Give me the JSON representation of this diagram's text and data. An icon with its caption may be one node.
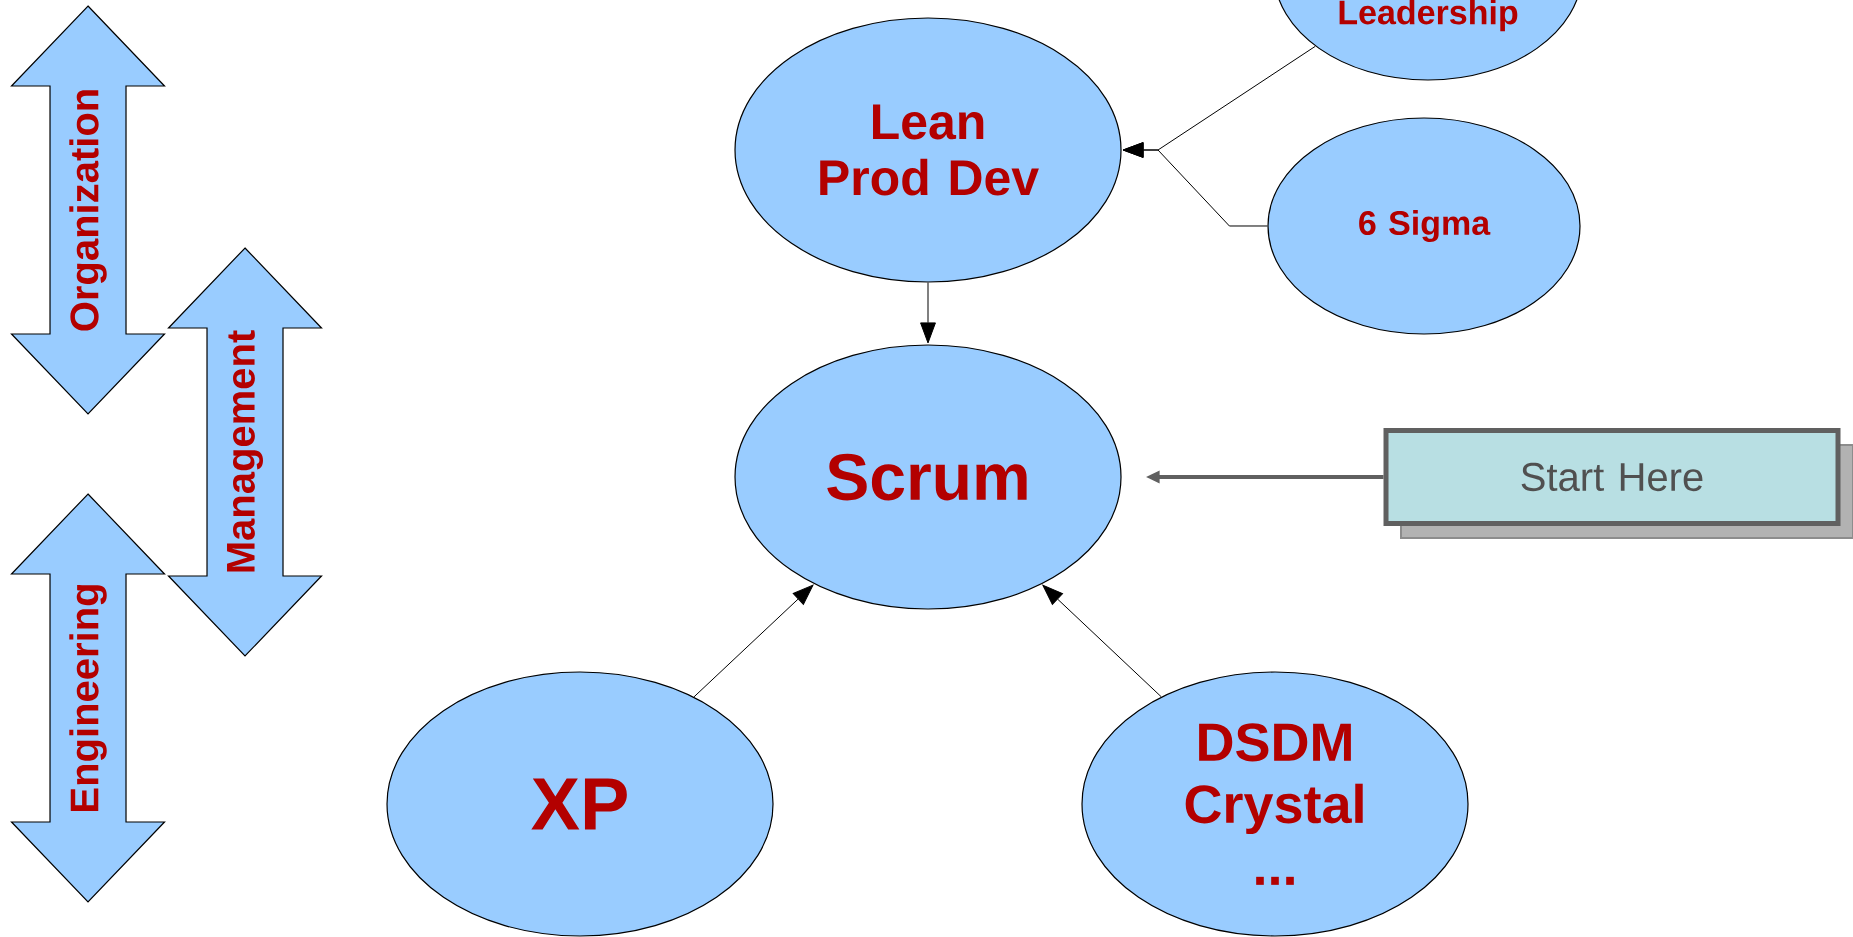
{
  "diagram": {
    "nodes": [
      {
        "text": [
          "Organization"
        ]
      },
      {
        "text": [
          "Management"
        ]
      },
      {
        "text": [
          "Engineering"
        ]
      },
      {
        "text": [
          "Leadership"
        ]
      },
      {
        "text": [
          "Lean Prod Dev"
        ]
      },
      {
        "text": [
          "6 Sigma"
        ]
      },
      {
        "text": [
          "Scrum"
        ]
      },
      {
        "text": [
          "Start Here"
        ]
      },
      {
        "text": [
          "XP"
        ]
      },
      {
        "text": [
          "DSDM Crystal ..."
        ]
      }
    ],
    "edges": [
      {
        "from": 3,
        "to": 4,
        "arrow": "to"
      },
      {
        "from": 5,
        "to": 4,
        "arrow": "to"
      },
      {
        "from": 4,
        "to": 6,
        "arrow": "to"
      },
      {
        "from": 7,
        "to": 6,
        "arrow": "to",
        "style": "thick",
        "color": "#606060"
      },
      {
        "from": 8,
        "to": 6,
        "arrow": "to"
      },
      {
        "from": 9,
        "to": 6,
        "arrow": "to"
      }
    ]
  }
}
